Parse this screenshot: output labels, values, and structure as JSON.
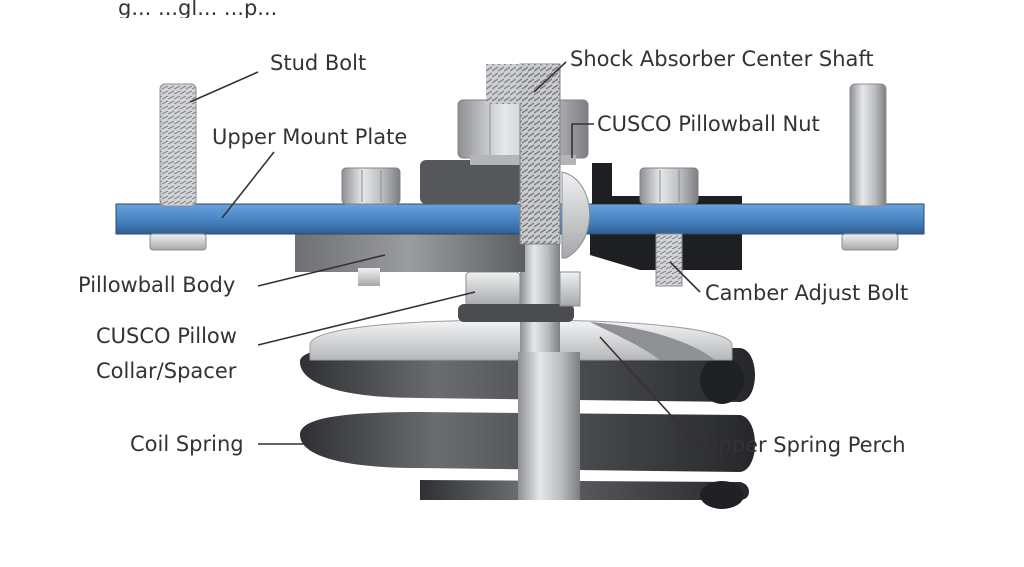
{
  "diagram": {
    "partial_caption": "g... ...gl... ...p...",
    "labels": {
      "stud_bolt": "Stud Bolt",
      "shock_absorber_center_shaft": "Shock Absorber Center Shaft",
      "cusco_pillowball_nut": "CUSCO Pillowball Nut",
      "upper_mount_plate": "Upper Mount Plate",
      "pillowball_body": "Pillowball Body",
      "camber_adjust_bolt": "Camber Adjust Bolt",
      "cusco_pillow_line1": "CUSCO Pillow",
      "cusco_pillow_line2": "Collar/Spacer",
      "coil_spring": "Coil Spring",
      "upper_spring_perch": "Upper Spring Perch"
    },
    "colors": {
      "plate_blue": "#4a86c5",
      "plate_edge": "#2b4a6b",
      "metal_light": "#d9dadc",
      "metal_mid": "#a9abae",
      "metal_dark": "#5a5c60",
      "spring_dark": "#3e4044",
      "label_text": "#333333"
    }
  }
}
